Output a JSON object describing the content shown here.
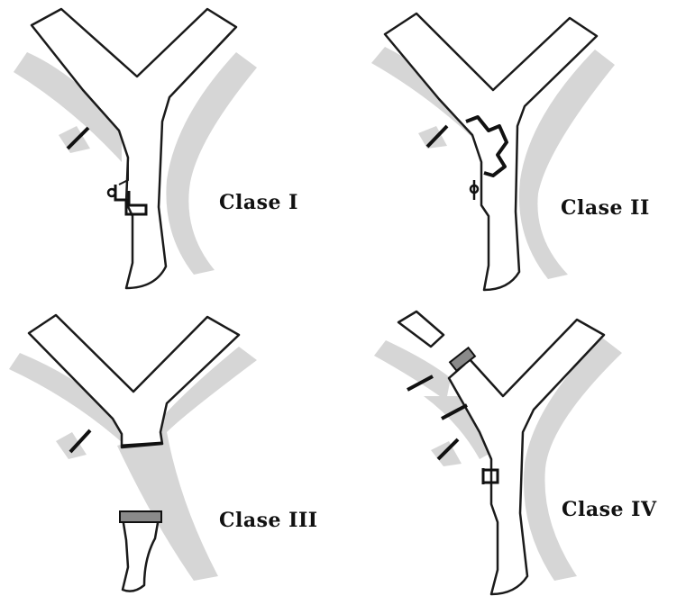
{
  "panels": [
    {
      "label": "Clase I"
    },
    {
      "label": "Clase II"
    },
    {
      "label": "Clase III"
    },
    {
      "label": "Clase IV"
    }
  ],
  "colors": {
    "outline": "#1a1a1a",
    "gray_band": "#d6d6d6",
    "background": "#ffffff"
  }
}
